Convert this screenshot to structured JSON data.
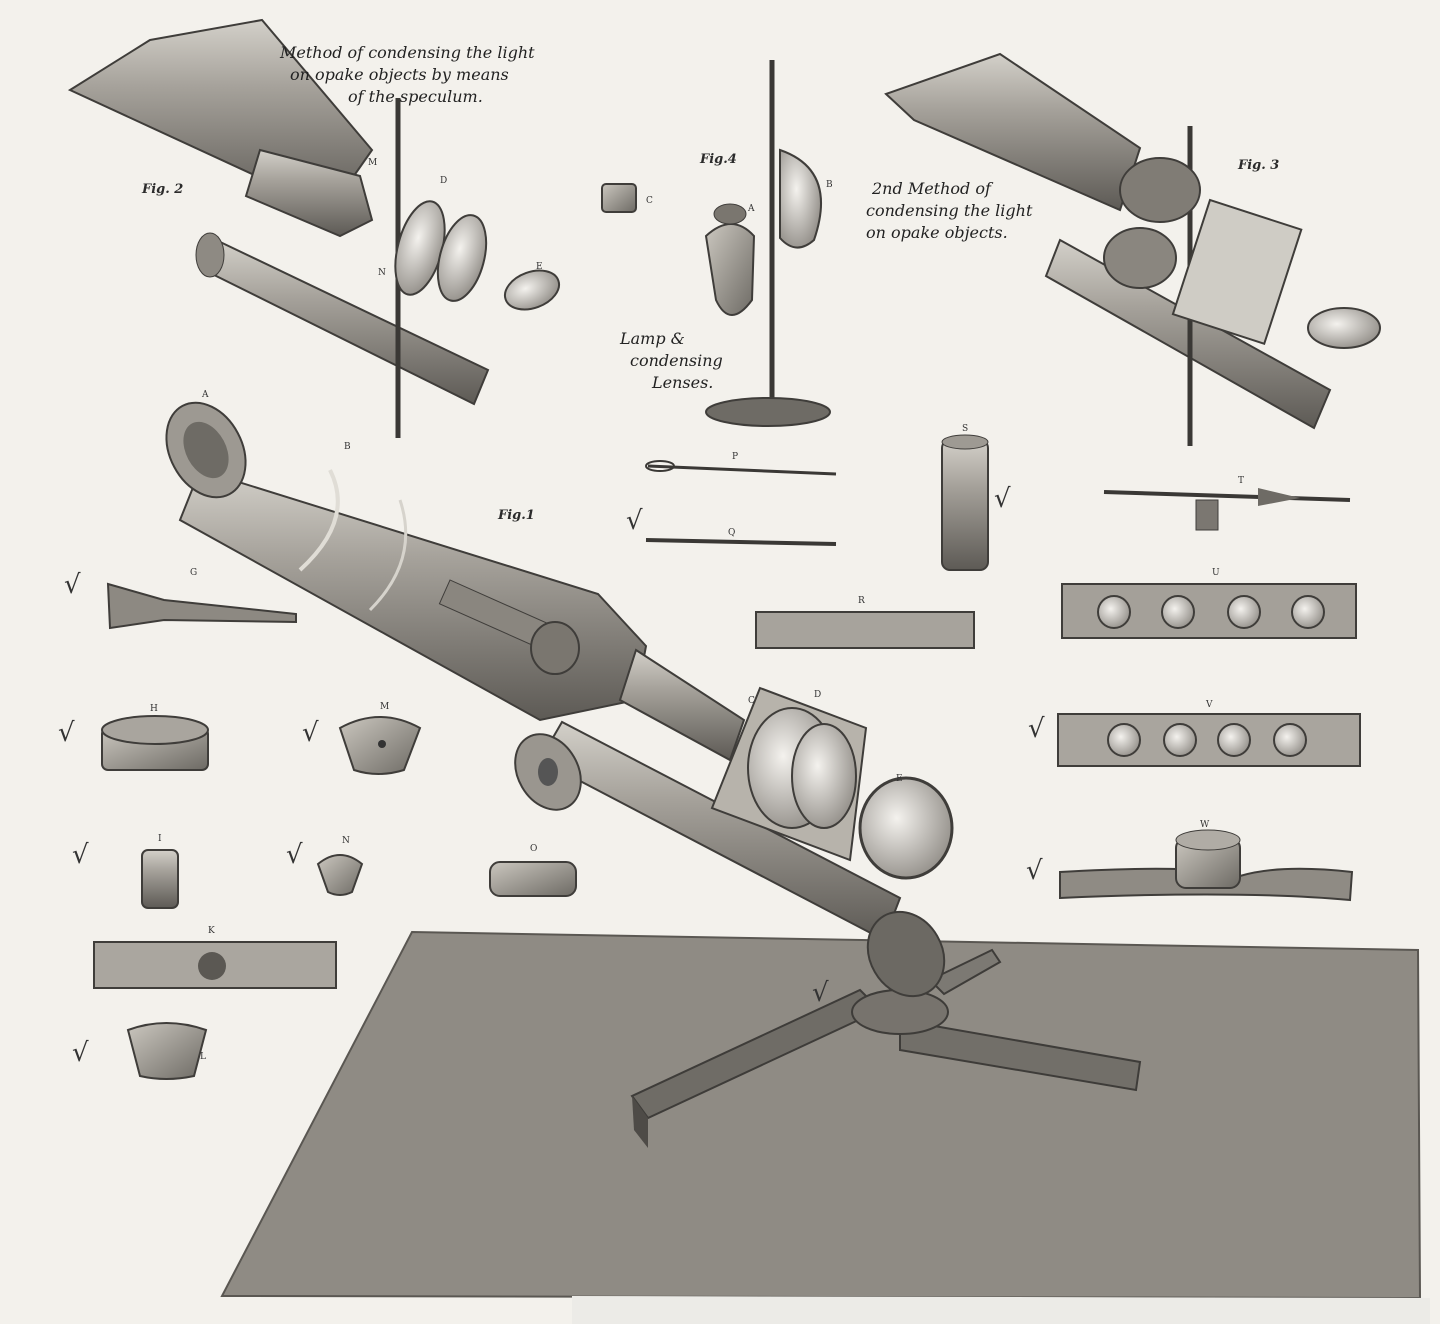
{
  "captions": {
    "fig2_line1": "Method of condensing the light",
    "fig2_line2": "on opake objects by means",
    "fig2_line3": "of the speculum.",
    "fig3_line1": "2nd Method of",
    "fig3_line2": "condensing the light",
    "fig3_line3": "on opake objects.",
    "lamp_line1": "Lamp &",
    "lamp_line2": "condensing",
    "lamp_line3": "Lenses."
  },
  "figures": {
    "fig1": "Fig.1",
    "fig2": "Fig. 2",
    "fig3": "Fig. 3",
    "fig4": "Fig.4"
  },
  "labels": {
    "fig2_M": "M",
    "fig2_D": "D",
    "fig2_E": "E",
    "fig2_N": "N",
    "fig4_C": "C",
    "fig4_A": "A",
    "fig4_B": "B",
    "fig1_A": "A",
    "fig1_B": "B",
    "fig1_C": "C",
    "fig1_D": "D",
    "fig1_E": "E",
    "P": "P",
    "Q": "Q",
    "S": "S",
    "R": "R",
    "T": "T",
    "U": "U",
    "V": "V",
    "W": "W",
    "G": "G",
    "H": "H",
    "M": "M",
    "I": "I",
    "N": "N",
    "O": "O",
    "K": "K",
    "L": "L"
  },
  "marks": {
    "check": "√"
  },
  "colors": {
    "paper": "#f3f1ec",
    "ink": "#2b2b2b",
    "metal_light": "#b9b5ad",
    "metal_mid": "#8e8a83",
    "metal_dark": "#55524d",
    "base_plane": "#8f8b84"
  }
}
